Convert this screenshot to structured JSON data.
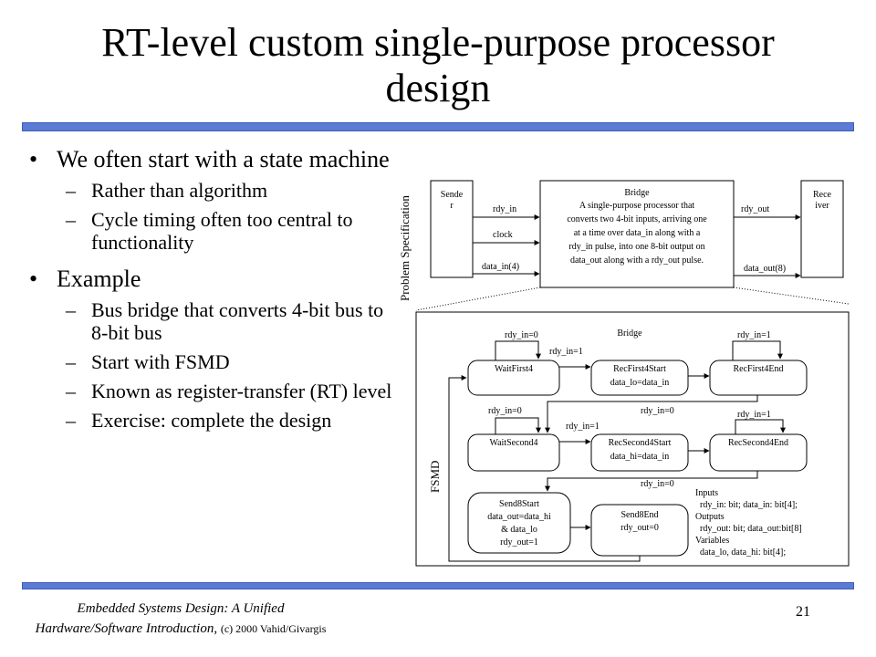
{
  "title_line1": "RT-level custom single-purpose processor",
  "title_line2": "design",
  "bullets": [
    "We often start with a state machine",
    "Example"
  ],
  "sub_bullets_1": [
    "Rather than algorithm",
    "Cycle timing often too central to functionality"
  ],
  "sub_bullets_2": [
    "Bus bridge that converts 4-bit bus to 8-bit bus",
    "Start with FSMD",
    "Known as register-transfer (RT) level",
    "Exercise: complete the design"
  ],
  "spec": {
    "side_label": "Problem Specification",
    "sender": [
      "Sende",
      "r"
    ],
    "receiver": [
      "Rece",
      "iver"
    ],
    "bridge_title": "Bridge",
    "bridge_desc": [
      "A single-purpose processor that",
      "converts two 4-bit inputs, arriving one",
      "at a time over data_in along with a",
      "rdy_in pulse, into one 8-bit output on",
      "data_out along with a rdy_out pulse."
    ],
    "rdy_in": "rdy_in",
    "clock": "clock",
    "data_in": "data_in(4)",
    "rdy_out": "rdy_out",
    "data_out": "data_out(8)"
  },
  "fsmd": {
    "side_label": "FSMD",
    "title": "Bridge",
    "states": {
      "wait_first4": [
        "WaitFirst4"
      ],
      "rec_first4_start": [
        "RecFirst4Start",
        "data_lo=data_in"
      ],
      "rec_first4_end": [
        "RecFirst4End"
      ],
      "wait_second4": [
        "WaitSecond4"
      ],
      "rec_second4_start": [
        "RecSecond4Start",
        "data_hi=data_in"
      ],
      "rec_second4_end": [
        "RecSecond4End"
      ],
      "send8_start": [
        "Send8Start",
        "data_out=data_hi",
        "& data_lo",
        "rdy_out=1"
      ],
      "send8_end": [
        "Send8End",
        "rdy_out=0"
      ]
    },
    "transitions": {
      "t1": "rdy_in=0",
      "t2": "rdy_in=1",
      "t3": "rdy_in=1",
      "t4": "rdy_in=0",
      "t5": "rdy_in=0",
      "t6": "rdy_in=1",
      "t7": "rdy_in=1",
      "t8": "rdy_in=0"
    },
    "declarations": [
      "Inputs",
      "  rdy_in: bit; data_in: bit[4];",
      "Outputs",
      "  rdy_out: bit; data_out:bit[8]",
      "Variables",
      "  data_lo, data_hi: bit[4];"
    ]
  },
  "footer": {
    "line1": "Embedded Systems Design: A Unified",
    "line2": "Hardware/Software Introduction,",
    "copyright": "(c) 2000 Vahid/Givargis"
  },
  "page_number": "21"
}
